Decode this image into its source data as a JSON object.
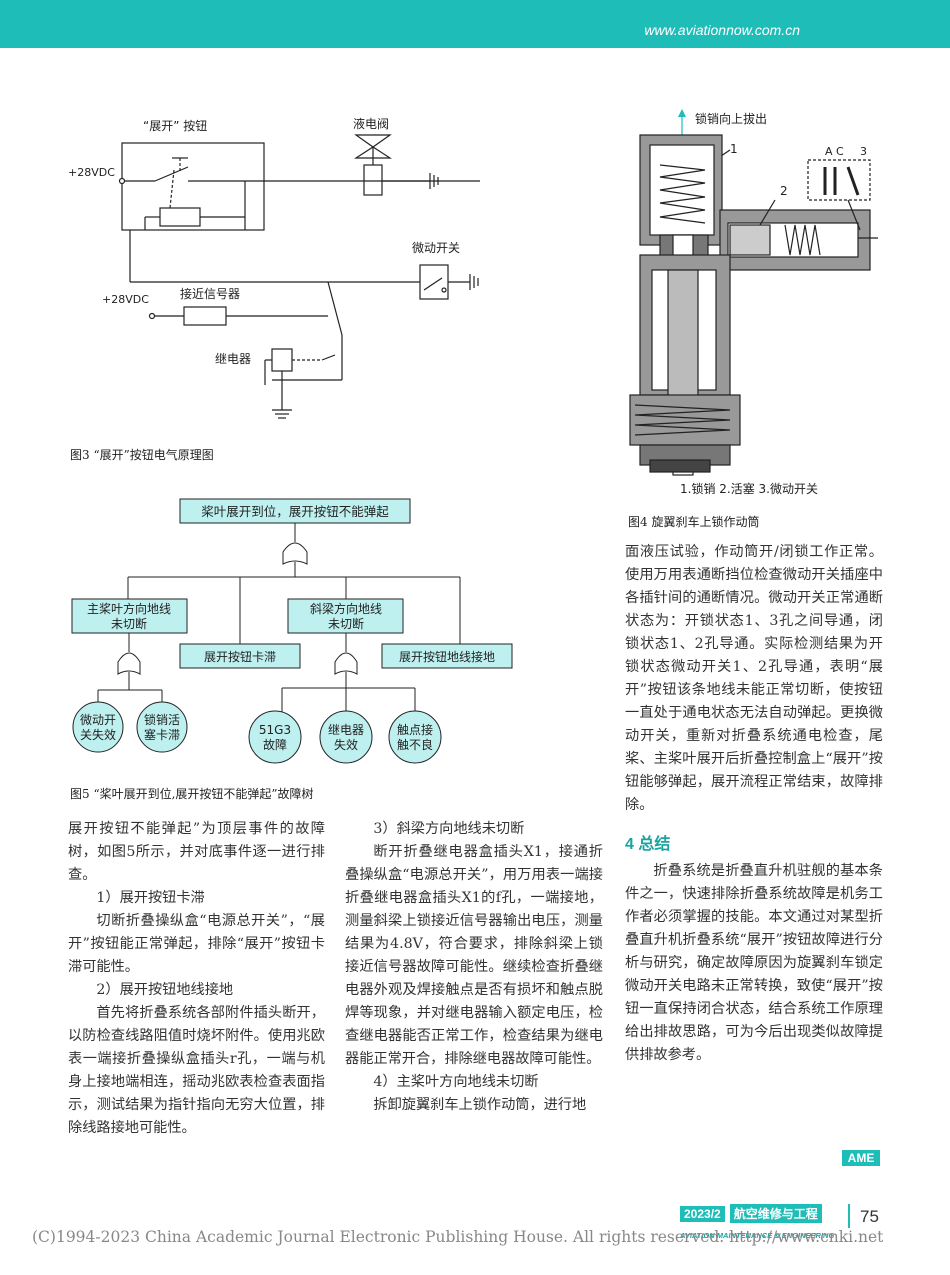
{
  "header": {
    "url": "www.aviationnow.com.cn"
  },
  "fig3": {
    "caption": "图3 “展开”按钮电气原理图",
    "button_label": "“展开” 按钮",
    "supply1": "+28VDC",
    "valve_label": "液电阀",
    "micro_switch_label": "微动开关",
    "supply2": "+28VDC",
    "proximity_label": "接近信号器",
    "relay_label": "继电器"
  },
  "fig4": {
    "caption": "图4 旋翼刹车上锁作动筒",
    "pin_label": "锁销向上拔出",
    "n1": "1",
    "n2": "2",
    "ac": "A C",
    "n3": "3",
    "legend": "1.锁销 2.活塞 3.微动开关"
  },
  "fig5": {
    "caption": "图5 “桨叶展开到位,展开按钮不能弹起”故障树",
    "top": "桨叶展开到位，展开按钮不能弹起",
    "left_node_l1": "主桨叶方向地线",
    "left_node_l2": "未切断",
    "stuck": "展开按钮卡滞",
    "mid_node_l1": "斜梁方向地线",
    "mid_node_l2": "未切断",
    "ground": "展开按钮地线接地",
    "c1_l1": "微动开",
    "c1_l2": "关失效",
    "c2_l1": "锁销活",
    "c2_l2": "塞卡滞",
    "c3_l1": "51G3",
    "c3_l2": "故障",
    "c4_l1": "继电器",
    "c4_l2": "失效",
    "c5_l1": "触点接",
    "c5_l2": "触不良"
  },
  "col1": [
    "展开按钮不能弹起”为顶层事件的故障树，如图5所示，并对底事件逐一进行排查。",
    "1）展开按钮卡滞",
    "切断折叠操纵盒“电源总开关”，“展开”按钮能正常弹起，排除“展开”按钮卡滞可能性。",
    "2）展开按钮地线接地",
    "首先将折叠系统各部附件插头断开，以防检查线路阻值时烧坏附件。使用兆欧表一端接折叠操纵盒插头r孔，一端与机身上接地端相连，摇动兆欧表检查表面指示，测试结果为指针指向无穷大位置，排除线路接地可能性。"
  ],
  "col2": [
    "3）斜梁方向地线未切断",
    "断开折叠继电器盒插头X1，接通折叠操纵盒“电源总开关”，用万用表一端接折叠继电器盒插头X1的f孔，一端接地，测量斜梁上锁接近信号器输出电压，测量结果为4.8V，符合要求，排除斜梁上锁接近信号器故障可能性。继续检查折叠继电器外观及焊接触点是否有损坏和触点脱焊等现象，并对继电器输入额定电压，检查继电器能否正常工作，检查结果为继电器能正常开合，排除继电器故障可能性。",
    "4）主桨叶方向地线未切断",
    "拆卸旋翼刹车上锁作动筒，进行地"
  ],
  "col3": [
    "面液压试验，作动筒开/闭锁工作正常。使用万用表通断挡位检查微动开关插座中各插针间的通断情况。微动开关正常通断状态为：开锁状态1、3孔之间导通，闭锁状态1、2孔导通。实际检测结果为开锁状态微动开关1、2孔导通，表明“展开”按钮该条地线未能正常切断，使按钮一直处于通电状态无法自动弹起。更换微动开关，重新对折叠系统通电检查，尾桨、主桨叶展开后折叠控制盒上“展开”按钮能够弹起，展开流程正常结束，故障排除。",
    "4 总结",
    "折叠系统是折叠直升机驻舰的基本条件之一，快速排除折叠系统故障是机务工作者必须掌握的技能。本文通过对某型折叠直升机折叠系统“展开”按钮故障进行分析与研究，确定故障原因为旋翼刹车锁定微动开关电路未正常转换，致使“展开”按钮一直保持闭合状态，结合系统工作原理给出排故思路，可为今后出现类似故障提供排故参考。"
  ],
  "ame": "AME",
  "footer": {
    "issue": "2023/2",
    "journal_cn": "航空维修与工程",
    "journal_en": "AVIATION MAINTENANCE & ENGINEERING",
    "page": "75",
    "copyright": "(C)1994-2023 China Academic Journal Electronic Publishing House. All rights reserved.    http://www.cnki.net"
  },
  "colors": {
    "accent": "#1fbdb8",
    "box_fill": "#bff0f0"
  }
}
